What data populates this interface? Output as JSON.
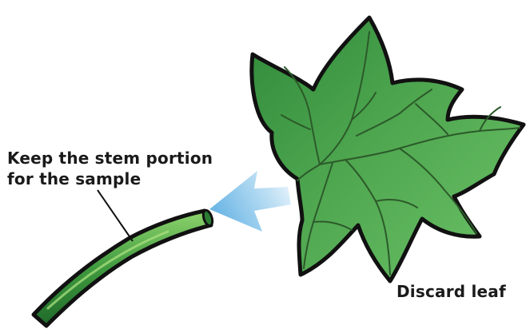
{
  "labels": {
    "stem_line1": "Keep the stem portion",
    "stem_line2": "for the sample",
    "leaf": "Discard leaf"
  },
  "colors": {
    "leaf_fill": "#5cb45a",
    "leaf_dark": "#2f8a3a",
    "vein": "#2c5a2a",
    "outline": "#111111",
    "stem_fill": "#3f9a3f",
    "stem_highlight": "#8ed46d",
    "arrow_fill": "#8dc9ec",
    "arrow_light": "#d6ecf8"
  },
  "icons": {
    "leaf": "leaf-icon",
    "stem": "stem-icon",
    "arrow": "separation-arrow-icon"
  }
}
